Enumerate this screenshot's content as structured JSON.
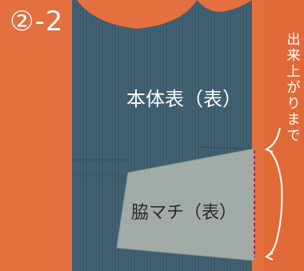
{
  "labels": {
    "step": "②-2",
    "body_front": "本体表（表）",
    "gusset_front": "脇マチ（表）",
    "finished": "出来上がりまで"
  },
  "colors": {
    "background": "#e3703e",
    "denim": "#3f5f70",
    "gusset": "#a3aba7",
    "dashed_line": "#c41e3a",
    "annotation": "#ffffff"
  }
}
